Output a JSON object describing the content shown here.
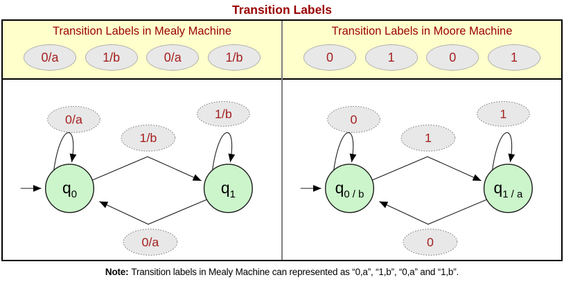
{
  "title": "Transition Labels",
  "colors": {
    "title_red": "#990000",
    "label_red": "#a52020",
    "header_yellow": "#ffffcc",
    "state_green": "#ccf5cb",
    "ellipse_gray": "#e8e8e8",
    "divider_gray": "#808080",
    "border_black": "#000000"
  },
  "panels": [
    {
      "header": "Transition Labels in Mealy Machine",
      "header_labels": [
        "0/a",
        "1/b",
        "0/a",
        "1/b"
      ],
      "diagram": {
        "left_self_loop_label": "0/a",
        "top_transition_label": "1/b",
        "right_self_loop_label": "1/b",
        "bottom_transition_label": "0/a",
        "left_state": {
          "base": "q",
          "sub": "0"
        },
        "right_state": {
          "base": "q",
          "sub": "1"
        }
      }
    },
    {
      "header": "Transition Labels in Moore Machine",
      "header_labels": [
        "0",
        "1",
        "0",
        "1"
      ],
      "diagram": {
        "left_self_loop_label": "0",
        "top_transition_label": "1",
        "right_self_loop_label": "1",
        "bottom_transition_label": "0",
        "left_state": {
          "base": "q",
          "sub": "0 / b"
        },
        "right_state": {
          "base": "q",
          "sub": "1 / a"
        }
      }
    }
  ],
  "note": {
    "label": "Note:",
    "text": "Transition labels in Mealy Machine can represented as “0,a”, “1,b”, “0,a” and “1,b”."
  }
}
